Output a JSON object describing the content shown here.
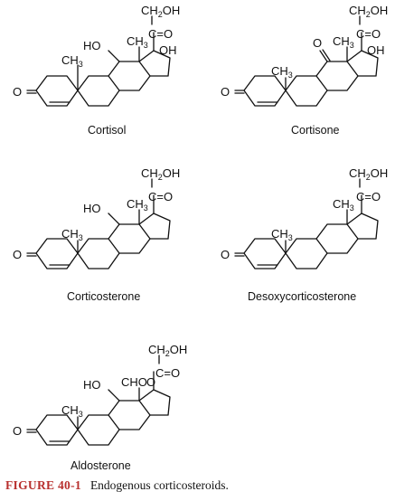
{
  "molecules": [
    {
      "name": "Cortisol"
    },
    {
      "name": "Cortisone"
    },
    {
      "name": "Corticosterone"
    },
    {
      "name": "Desoxycorticosterone"
    },
    {
      "name": "Aldosterone"
    }
  ],
  "groups": {
    "ch2oh_main": "CH",
    "ch2oh_sub": "2",
    "ch2oh_end": "OH",
    "carbonyl_c": "C",
    "carbonyl_eq": "=O",
    "methyl_main": "CH",
    "methyl_sub": "3",
    "hydroxy_left": "HO",
    "hydroxy_right": "OH",
    "keto": "O=",
    "ring_o": "O",
    "aldehyde": "CHO"
  },
  "caption": {
    "label": "FIGURE 40-1",
    "text": "Endogenous corticosteroids."
  }
}
